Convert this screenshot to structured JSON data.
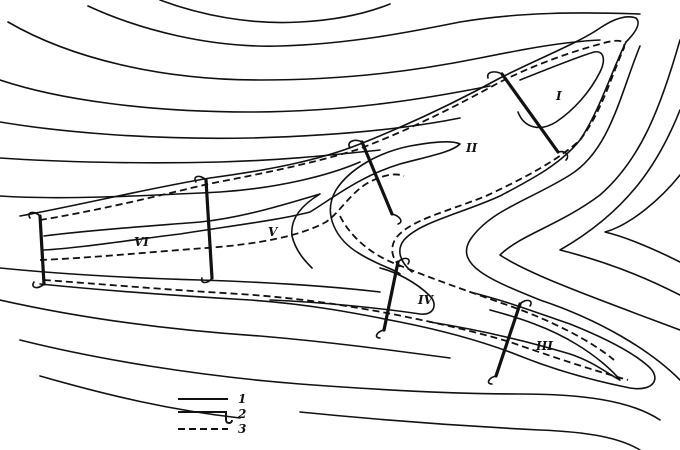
{
  "reservoir_labels": [
    "I",
    "II",
    "III",
    "IV",
    "V",
    "VI"
  ],
  "legend": {
    "items": [
      {
        "number": "1",
        "symbol": "solid-line"
      },
      {
        "number": "2",
        "symbol": "solid-line-with-hook"
      },
      {
        "number": "3",
        "symbol": "dashed-line"
      }
    ]
  }
}
